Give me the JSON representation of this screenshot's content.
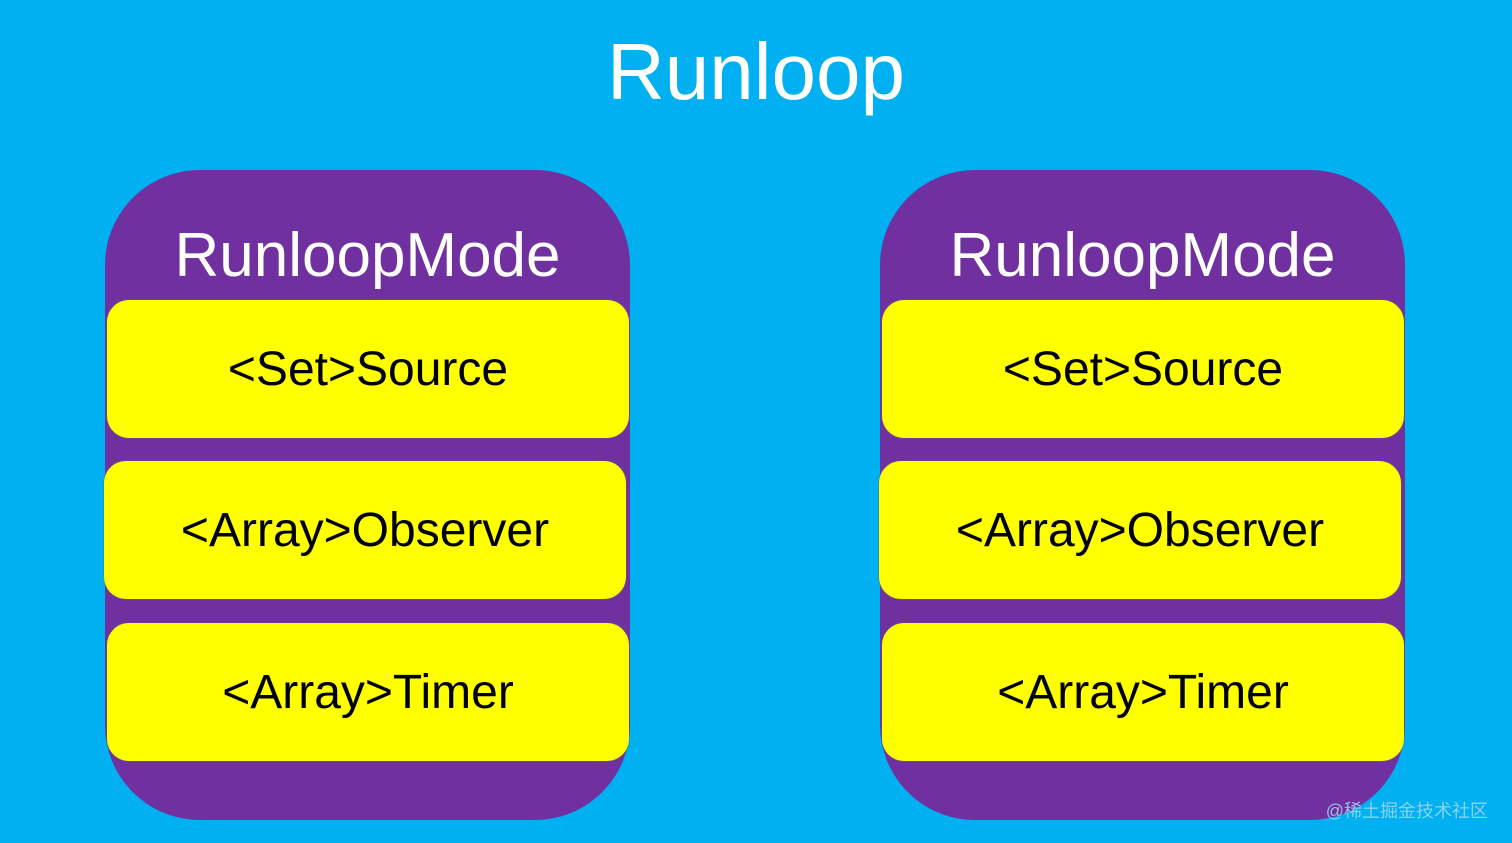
{
  "title": "Runloop",
  "colors": {
    "background": "#00B0F0",
    "mode": "#7030A0",
    "item": "#FFFF00"
  },
  "modes": [
    {
      "label": "RunloopMode",
      "items": [
        "<Set>Source",
        "<Array>Observer",
        "<Array>Timer"
      ]
    },
    {
      "label": "RunloopMode",
      "items": [
        "<Set>Source",
        "<Array>Observer",
        "<Array>Timer"
      ]
    }
  ],
  "watermark": "@稀土掘金技术社区"
}
